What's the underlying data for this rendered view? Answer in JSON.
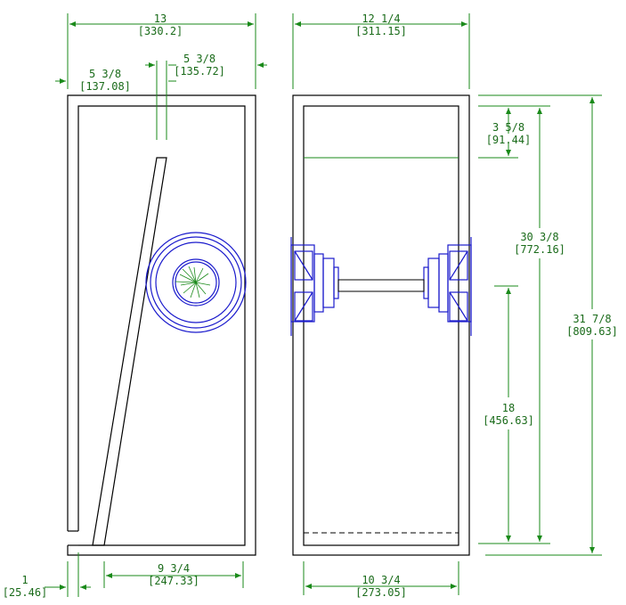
{
  "colors": {
    "dimension": "#1a8a1a",
    "dimension_text": "#1a6b1a",
    "cabinet": "#000000",
    "driver": "#1a1acc",
    "background": "#ffffff"
  },
  "dimensions": {
    "overall_width": {
      "imperial": "13",
      "metric": "[330.2]"
    },
    "side_width": {
      "imperial": "12 1/4",
      "metric": "[311.15]"
    },
    "slot_left": {
      "imperial": "5 3/8",
      "metric": "[137.08]"
    },
    "slot_right": {
      "imperial": "5 3/8",
      "metric": "[135.72]"
    },
    "top_chamber": {
      "imperial": "3 5/8",
      "metric": "[91.44]"
    },
    "inner_height": {
      "imperial": "30 3/8",
      "metric": "[772.16]"
    },
    "overall_height": {
      "imperial": "31 7/8",
      "metric": "[809.63]"
    },
    "driver_height": {
      "imperial": "18",
      "metric": "[456.63]"
    },
    "panel_thickness": {
      "imperial": "1",
      "metric": "[25.46]"
    },
    "port_width": {
      "imperial": "9 3/4",
      "metric": "[247.33]"
    },
    "side_inner_width": {
      "imperial": "10 3/4",
      "metric": "[273.05]"
    }
  }
}
